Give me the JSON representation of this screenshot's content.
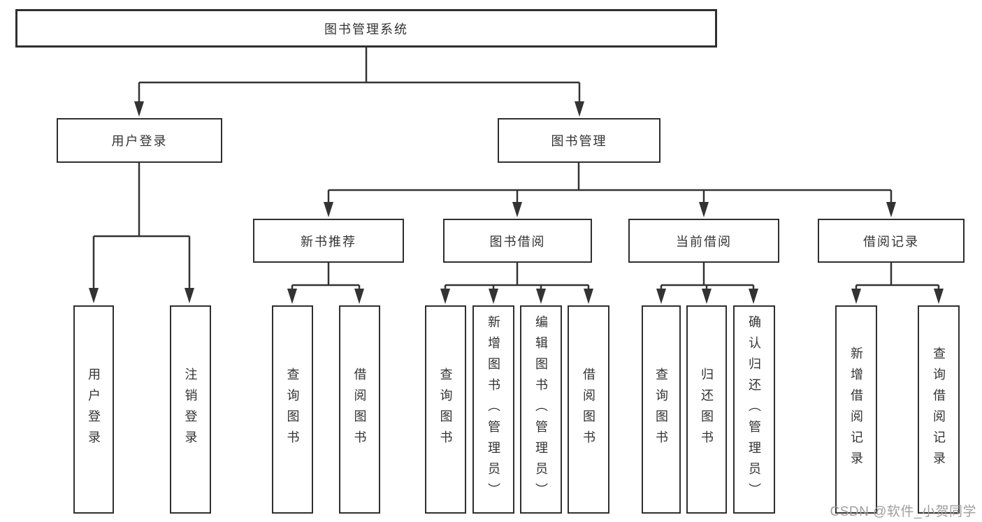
{
  "diagram_title": "图书管理系统",
  "watermark": "CSDN @软件_小贺同学",
  "colors": {
    "line": "#333333",
    "box_border": "#2f2f2f",
    "box_fill": "#ffffff",
    "text": "#333333",
    "watermark": "#9e9e9e",
    "background": "#ffffff"
  },
  "tree": {
    "root": {
      "label": "图书管理系统",
      "children": [
        {
          "label": "用户登录",
          "children": [
            {
              "label": "用户登录"
            },
            {
              "label": "注销登录"
            }
          ]
        },
        {
          "label": "图书管理",
          "children": [
            {
              "label": "新书推荐",
              "children": [
                {
                  "label": "查询图书"
                },
                {
                  "label": "借阅图书"
                }
              ]
            },
            {
              "label": "图书借阅",
              "children": [
                {
                  "label": "查询图书"
                },
                {
                  "label": "新增图书（管理员）"
                },
                {
                  "label": "编辑图书（管理员）"
                },
                {
                  "label": "借阅图书"
                }
              ]
            },
            {
              "label": "当前借阅",
              "children": [
                {
                  "label": "查询图书"
                },
                {
                  "label": "归还图书"
                },
                {
                  "label": "确认归还（管理员）"
                }
              ]
            },
            {
              "label": "借阅记录",
              "children": [
                {
                  "label": "新增借阅记录"
                },
                {
                  "label": "查询借阅记录"
                }
              ]
            }
          ]
        }
      ]
    }
  }
}
